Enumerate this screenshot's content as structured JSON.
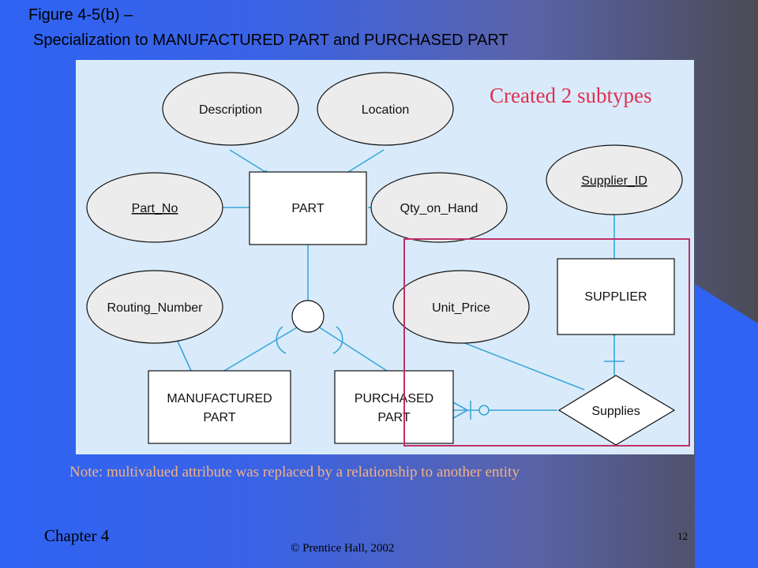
{
  "slide": {
    "title_line1": "Figure 4-5(b) –",
    "title_line2": "Specialization to MANUFACTURED PART and PURCHASED PART",
    "annotation": "Created 2 subtypes",
    "note": "Note: multivalued attribute was replaced by a relationship to another entity",
    "chapter": "Chapter 4",
    "copyright": "© Prentice Hall, 2002",
    "page_number": "12"
  },
  "colors": {
    "background_left": "#2f63f3",
    "background_right": "#4b4b55",
    "panel": "#d9ebfa",
    "connector": "#3aa6d8",
    "highlight_box": "#c0306a",
    "annotation_text": "#e03050",
    "note_text": "#f4b183"
  },
  "diagram": {
    "entities": {
      "part": "PART",
      "manufactured_line1": "MANUFACTURED",
      "manufactured_line2": "PART",
      "purchased_line1": "PURCHASED",
      "purchased_line2": "PART",
      "supplier": "SUPPLIER"
    },
    "attributes": {
      "description": "Description",
      "location": "Location",
      "part_no": "Part_No",
      "qty_on_hand": "Qty_on_Hand",
      "routing_number": "Routing_Number",
      "unit_price": "Unit_Price",
      "supplier_id": "Supplier_ID"
    },
    "relationships": {
      "supplies": "Supplies"
    }
  }
}
